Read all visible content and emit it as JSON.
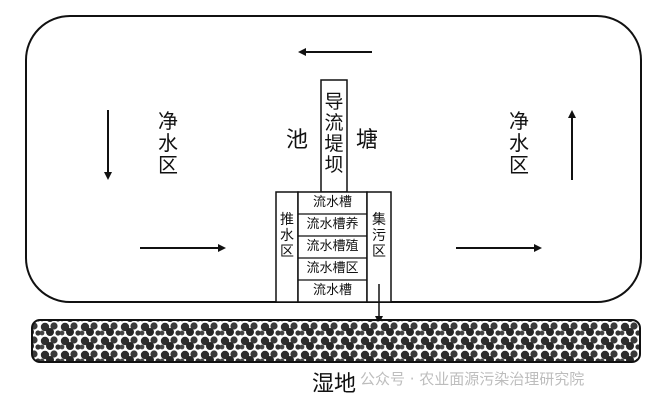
{
  "labels": {
    "pond_left": "池",
    "pond_right": "塘",
    "guide_dam": "导流堤坝",
    "clean_left": "净水区",
    "clean_right": "净水区",
    "push_zone": "推水区",
    "collect_zone": "集污区",
    "wetland": "湿地"
  },
  "channels": [
    "流水槽",
    "流水槽养",
    "流水槽殖",
    "流水槽区",
    "流水槽"
  ],
  "watermark": "公众号 · 农业面源污染治理研究院",
  "colors": {
    "line": "#111111",
    "wetland_fill": "#2e2e2e",
    "watermark": "#bdbdbd"
  }
}
